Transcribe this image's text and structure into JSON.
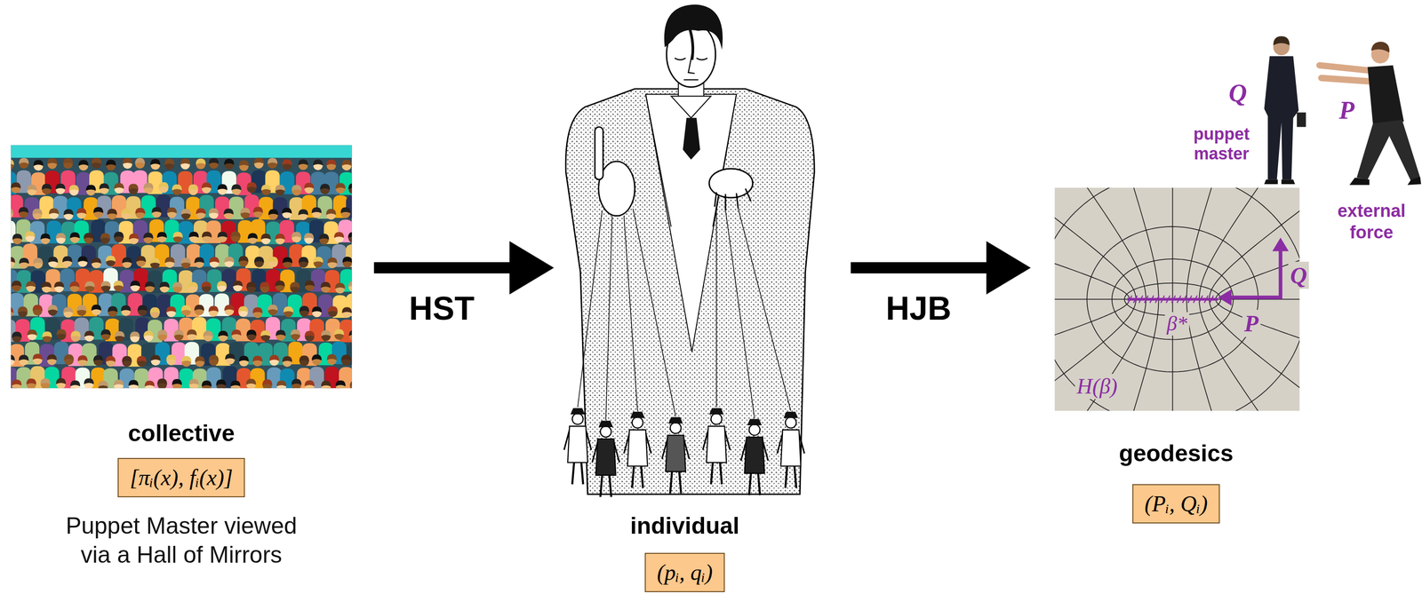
{
  "diagram": {
    "nodes": [
      {
        "text": [
          "collective",
          "[πᵢ(x), fᵢ(x)]"
        ]
      },
      {
        "text": [
          "individual",
          "(pᵢ, qᵢ)"
        ]
      },
      {
        "text": [
          "geodesics",
          "(Pᵢ, Qᵢ)"
        ]
      }
    ],
    "edges": [
      {
        "from": 0,
        "to": 1,
        "arrow": "to",
        "label": "HST"
      },
      {
        "from": 1,
        "to": 2,
        "arrow": "to",
        "label": "HJB"
      }
    ],
    "labels": [
      "Puppet Master viewed via a Hall of Mirrors",
      "Q",
      "puppet master",
      "P",
      "external force",
      "Q",
      "P",
      "β*",
      "H(β)"
    ]
  }
}
